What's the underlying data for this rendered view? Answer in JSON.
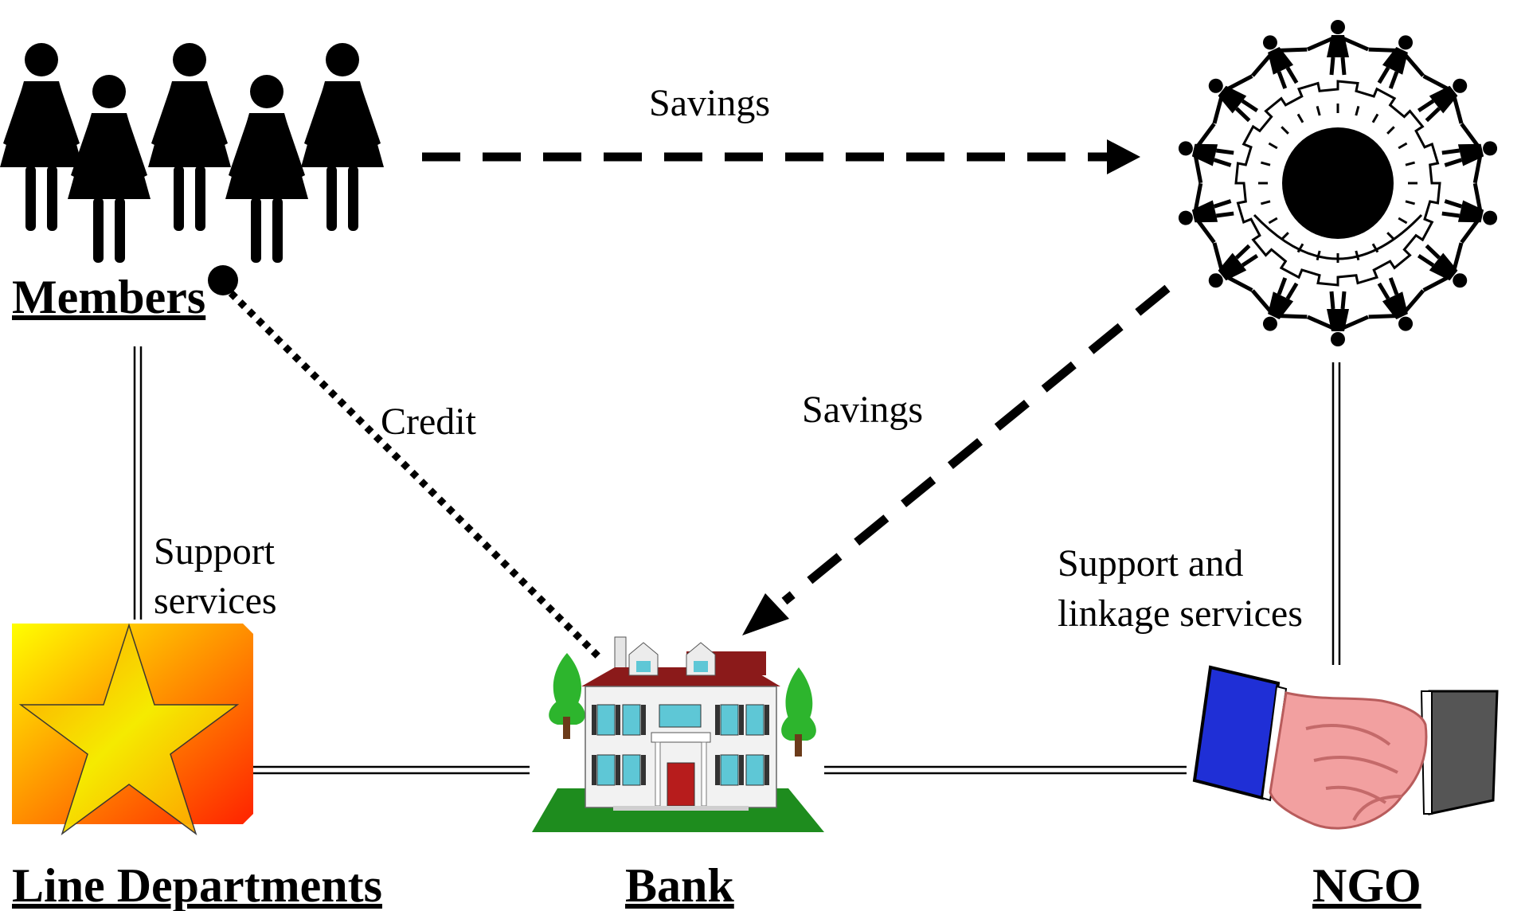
{
  "nodes": {
    "members": {
      "label": "Members"
    },
    "shg": {
      "label": ""
    },
    "line_departments": {
      "label": "Line Departments"
    },
    "bank": {
      "label": "Bank"
    },
    "ngo": {
      "label": "NGO"
    }
  },
  "edges": {
    "members_to_shg": {
      "label": "Savings",
      "style": "dashed"
    },
    "shg_to_bank": {
      "label": "Savings",
      "style": "dashed"
    },
    "bank_to_members": {
      "label": "Credit",
      "style": "dotted"
    },
    "line_dept_support": {
      "line1": "Support",
      "line2": "services",
      "style": "double"
    },
    "ngo_support": {
      "line1": "Support and",
      "line2": "linkage services",
      "style": "double"
    },
    "line_dept_bank": {
      "style": "double"
    },
    "bank_ngo": {
      "style": "double"
    }
  },
  "colors": {
    "ink": "#000000",
    "bank_roof": "#8b1a1a",
    "bank_walls": "#f2f2f2",
    "bank_lawn": "#1e8c1e",
    "tree": "#2db52d",
    "sleeve_left": "#1f2fd6",
    "sleeve_right": "#555555",
    "hands": "#f2a0a0",
    "star_gradient_start": "#ffff00",
    "star_gradient_end": "#ff2a00"
  }
}
